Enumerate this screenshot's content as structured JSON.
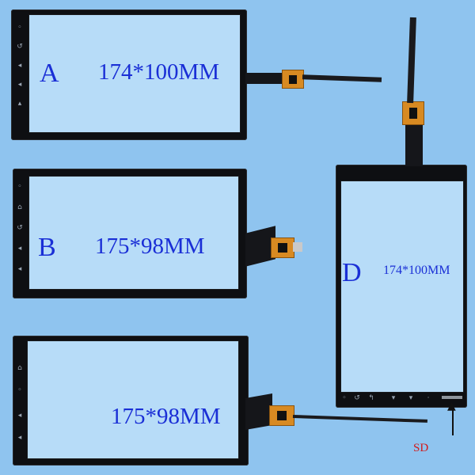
{
  "panels": {
    "a": {
      "letter": "A",
      "dimensions": "174*100MM"
    },
    "b": {
      "letter": "B",
      "dimensions": "175*98MM"
    },
    "c": {
      "letter": "",
      "dimensions": "175*98MM"
    },
    "d": {
      "letter": "D",
      "dimensions": "174*100MM",
      "connector_label": "SD"
    }
  },
  "colors": {
    "background": "#8fc4ef",
    "bezel": "#0e0f12",
    "label_blue": "#1a2fd6",
    "label_red": "#d11b1b",
    "chip_orange": "#d88a22"
  }
}
